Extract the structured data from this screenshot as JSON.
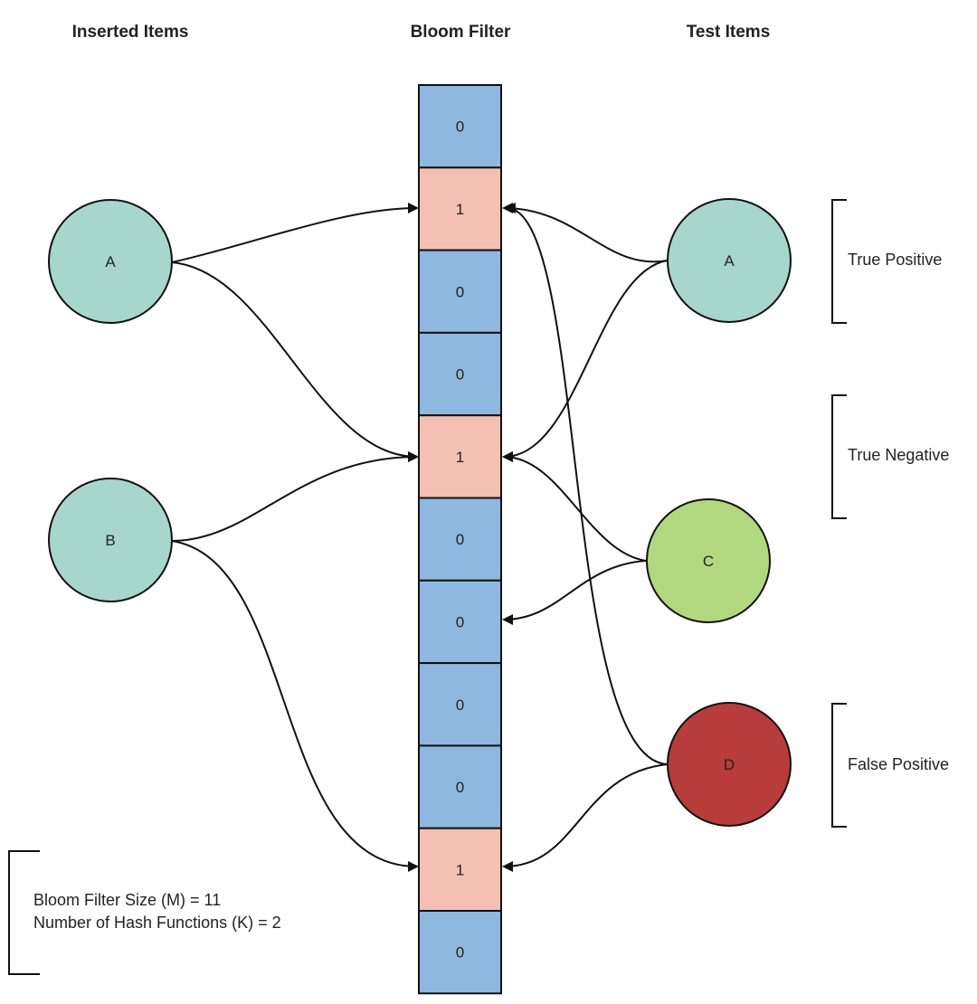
{
  "headers": {
    "inserted": "Inserted Items",
    "filter": "Bloom Filter",
    "test": "Test Items"
  },
  "bits": [
    "0",
    "1",
    "0",
    "0",
    "1",
    "0",
    "0",
    "0",
    "0",
    "1",
    "0"
  ],
  "inserted_items": [
    {
      "label": "A"
    },
    {
      "label": "B"
    }
  ],
  "test_items": [
    {
      "label": "A"
    },
    {
      "label": "C"
    },
    {
      "label": "D"
    }
  ],
  "result_labels": {
    "true_positive": "True Positive",
    "true_negative": "True Negative",
    "false_positive": "False Positive"
  },
  "info": {
    "size_line": "Bloom Filter Size (M) = 11",
    "hash_line": "Number of Hash Functions (K) = 2"
  },
  "colors": {
    "bit_zero": "#8fb8e0",
    "bit_one": "#f4c0b4",
    "inserted_node": "#a7d6cc",
    "test_a": "#a7d6cc",
    "test_c": "#b2d87f",
    "test_d": "#b83c3c"
  }
}
